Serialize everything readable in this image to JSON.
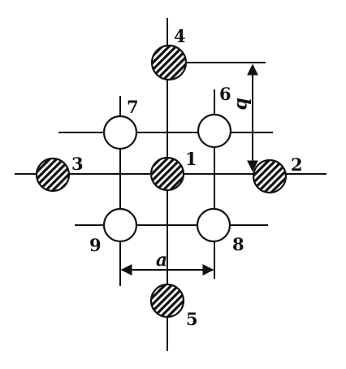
{
  "diagram": {
    "line_color": "#111111",
    "hatched_fill": "#111111",
    "open_fill": "#ffffff",
    "circles": [
      {
        "id": "1",
        "label": "1",
        "kind": "hatched"
      },
      {
        "id": "2",
        "label": "2",
        "kind": "hatched"
      },
      {
        "id": "3",
        "label": "3",
        "kind": "hatched"
      },
      {
        "id": "4",
        "label": "4",
        "kind": "hatched"
      },
      {
        "id": "5",
        "label": "5",
        "kind": "hatched"
      },
      {
        "id": "6",
        "label": "6",
        "kind": "open"
      },
      {
        "id": "7",
        "label": "7",
        "kind": "open"
      },
      {
        "id": "8",
        "label": "8",
        "kind": "open"
      },
      {
        "id": "9",
        "label": "9",
        "kind": "open"
      }
    ],
    "dimensions": {
      "horizontal": "a",
      "vertical": "b"
    }
  }
}
